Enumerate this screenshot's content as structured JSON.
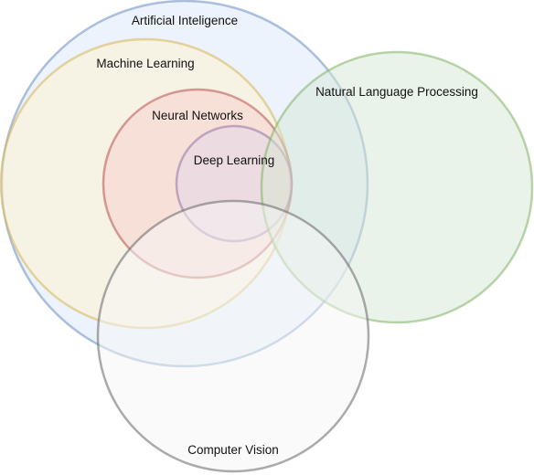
{
  "diagram": {
    "sets": [
      {
        "key": "ai",
        "label": "Artificial Inteligence",
        "fill": "#dae8fc",
        "stroke": "#6c8ebf"
      },
      {
        "key": "ml",
        "label": "Machine Learning",
        "fill": "#fff2cc",
        "stroke": "#d6b656"
      },
      {
        "key": "nn",
        "label": "Neural Networks",
        "fill": "#f8cecc",
        "stroke": "#b85450"
      },
      {
        "key": "dl",
        "label": "Deep Learning",
        "fill": "#e1d5e7",
        "stroke": "#9673a6"
      },
      {
        "key": "nlp",
        "label": "Natural Language Processing",
        "fill": "#d5e8d4",
        "stroke": "#82b366"
      },
      {
        "key": "cv",
        "label": "Computer Vision",
        "fill": "#f5f5f5",
        "stroke": "#666666"
      }
    ]
  }
}
